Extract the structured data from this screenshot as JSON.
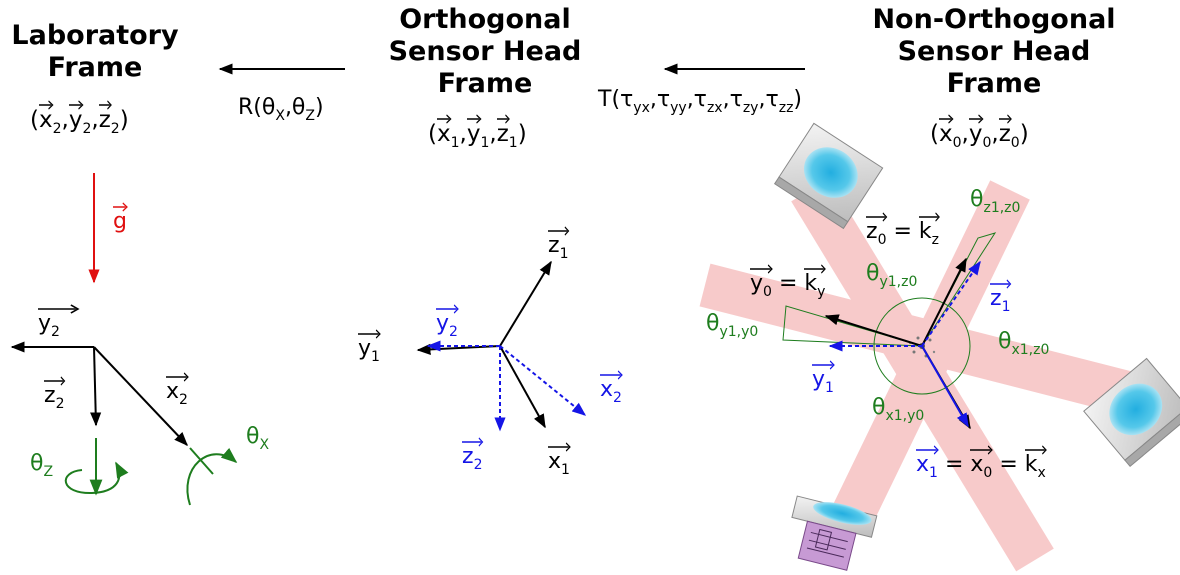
{
  "frames": {
    "lab": {
      "title": [
        "Laboratory",
        "Frame"
      ],
      "coords": "(x⃗₂,y⃗₂,z⃗₂)"
    },
    "orth": {
      "title": [
        "Orthogonal",
        "Sensor Head",
        "Frame"
      ]
    },
    "nonorth": {
      "title": [
        "Non-Orthogonal",
        "Sensor Head",
        "Frame"
      ]
    }
  },
  "transforms": {
    "rotation": "R(θ",
    "rotation_sub1": "X",
    "rotation_mid": ",θ",
    "rotation_sub2": "Z",
    "rotation_end": ")",
    "T_prefix": "T(τ",
    "T_subs": [
      "yx",
      "yy",
      "zx",
      "zy",
      "zz"
    ]
  },
  "vectors": {
    "lab": {
      "x": "x",
      "x_sub": "2",
      "y": "y",
      "y_sub": "2",
      "z": "z",
      "z_sub": "2",
      "g": "g"
    },
    "orth_black": {
      "x": "x",
      "x_sub": "1",
      "y": "y",
      "y_sub": "1",
      "z": "z",
      "z_sub": "1"
    },
    "orth_blue": {
      "x": "x",
      "x_sub": "2",
      "y": "y",
      "y_sub": "2",
      "z": "z",
      "z_sub": "2"
    },
    "nonorth": {
      "z0": "z",
      "z0_sub": "0",
      "kz": "k",
      "kz_sub": "z",
      "y0": "y",
      "y0_sub": "0",
      "ky": "k",
      "ky_sub": "y",
      "z1": "z",
      "z1_sub": "1",
      "y1": "y",
      "y1_sub": "1",
      "x1": "x",
      "x1_sub": "1",
      "x0": "x",
      "x0_sub": "0",
      "kx": "k",
      "kx_sub": "x",
      "eq": "="
    }
  },
  "angles": {
    "lab_theta_z": "θ",
    "lab_theta_z_sub": "Z",
    "lab_theta_x": "θ",
    "lab_theta_x_sub": "X",
    "theta": "θ",
    "z1z0": "z1,z0",
    "y1z0": "y1,z0",
    "y1y0": "y1,y0",
    "x1z0": "x1,z0",
    "x1y0": "x1,y0"
  },
  "colors": {
    "black": "#000000",
    "blue": "#1515e6",
    "green": "#1e7d1e",
    "red": "#e01010",
    "beam": "#f2a0a0",
    "sensor": "#2fb8dc",
    "sensor_frame": "#c9c9c9",
    "electronics": "#b07ac0"
  }
}
